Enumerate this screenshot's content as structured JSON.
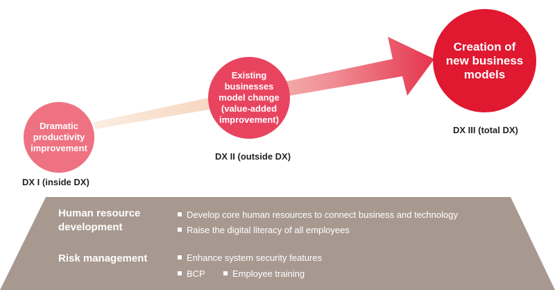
{
  "stages": [
    {
      "circle_text": "Dramatic\nproductivity\nimprovement",
      "label": "DX I (inside DX)"
    },
    {
      "circle_text": "Existing\nbusinesses\nmodel change\n(value-added\nimprovement)",
      "label": "DX II (outside DX)"
    },
    {
      "circle_text": "Creation of\nnew business\nmodels",
      "label": "DX III (total DX)"
    }
  ],
  "foundation": {
    "human_resource": {
      "heading": "Human resource\ndevelopment",
      "items": [
        "Develop core human resources to connect business and technology",
        "Raise the digital literacy of all employees"
      ]
    },
    "risk_management": {
      "heading": "Risk management",
      "items": [
        "Enhance system security features",
        "BCP",
        "Employee training"
      ]
    }
  },
  "colors": {
    "stage_1": "#ee7281",
    "stage_2": "#e84460",
    "stage_3": "#e01830",
    "foundation": "#a89990",
    "arrow_start": "#f6dcc6",
    "arrow_end": "#e5364e"
  }
}
